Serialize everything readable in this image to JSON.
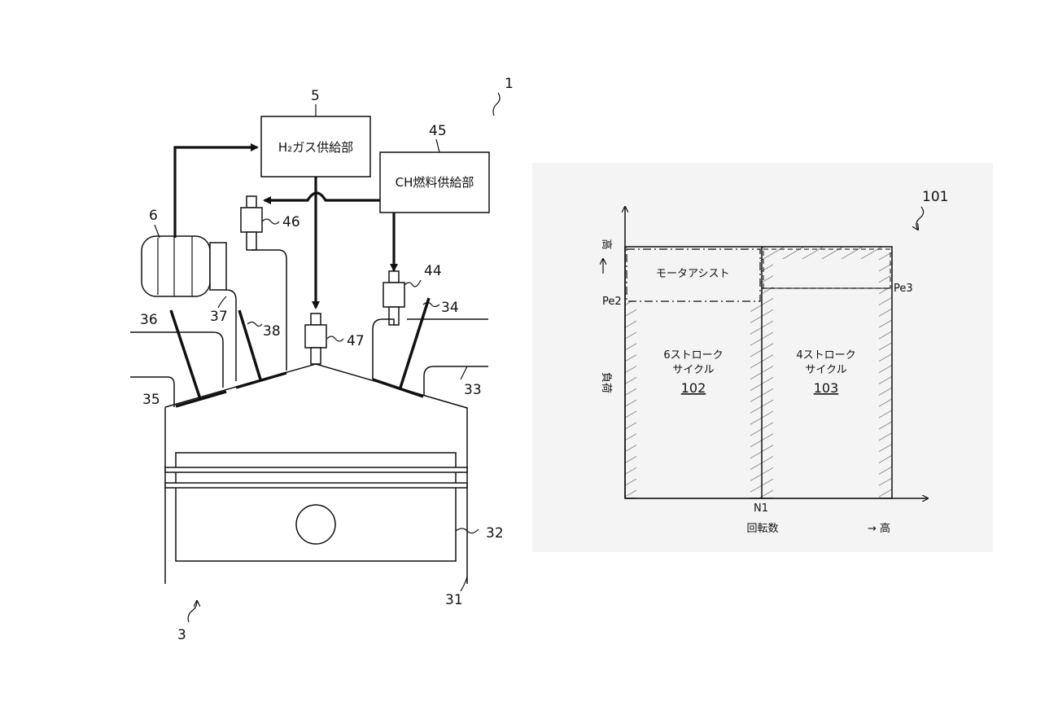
{
  "left_figure": {
    "ref_numbers": {
      "fig": "1",
      "h2_unit": "5",
      "ch_unit": "45",
      "battery": "6",
      "inj46": "46",
      "inj44": "44",
      "inj47": "47",
      "p36": "36",
      "p37": "37",
      "p38": "38",
      "p34": "34",
      "p35": "35",
      "p33": "33",
      "p32": "32",
      "p31": "31",
      "engine": "3"
    },
    "h2_box_label": "H₂ガス供給部",
    "ch_box_label": "CH燃料供給部"
  },
  "right_figure": {
    "ref_fig": "101",
    "y_axis_high": "高",
    "y_axis_label": "負荷",
    "x_axis_label": "回転数",
    "x_axis_high": "→ 高",
    "pe2": "Pe2",
    "pe3": "Pe3",
    "n1": "N1",
    "motor_assist": "モータアシスト",
    "region_6stroke": {
      "line1": "6ストローク",
      "line2": "サイクル",
      "ref": "102"
    },
    "region_4stroke": {
      "line1": "4ストローク",
      "line2": "サイクル",
      "ref": "103"
    }
  }
}
